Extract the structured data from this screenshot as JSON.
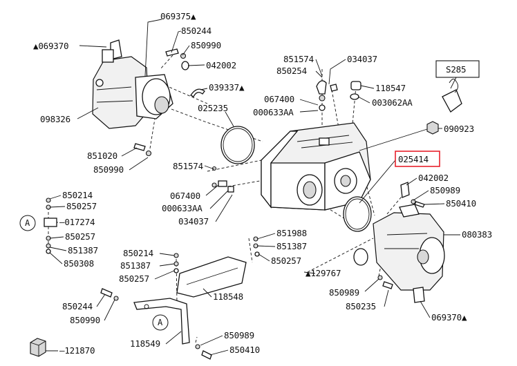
{
  "callouts": {
    "l069375": "069375",
    "l850244a": "850244",
    "l850990a": "850990",
    "l042002a": "042002",
    "l039337": "039337",
    "l069370a": "069370",
    "l098326": "098326",
    "l025235": "025235",
    "l851020": "851020",
    "l850990b": "850990",
    "l851574a": "851574",
    "l850254": "850254",
    "l034037a": "034037",
    "l118547": "118547",
    "l067400a": "067400",
    "l000633AAa": "000633AA",
    "l003062AA": "003062AA",
    "l090923": "090923",
    "lS285": "S285",
    "l025414": "025414",
    "l851574b": "851574",
    "l067400b": "067400",
    "l000633AAb": "000633AA",
    "l034037b": "034037",
    "l042002b": "042002",
    "l850989a": "850989",
    "l850410a": "850410",
    "l080383": "080383",
    "l850214a": "850214",
    "l850257a": "850257",
    "l017274": "017274",
    "l850257b": "850257",
    "l851387a": "851387",
    "l850308": "850308",
    "lA1": "A",
    "l851988": "851988",
    "l851387b": "851387",
    "l850257c": "850257",
    "l850214b": "850214",
    "l851387c": "851387",
    "l850257d": "850257",
    "l118548": "118548",
    "l129767": "129767",
    "l850989b": "850989",
    "l850235": "850235",
    "l069370b": "069370",
    "l850244b": "850244",
    "l850990c": "850990",
    "lA2": "A",
    "l118549": "118549",
    "l850989c": "850989",
    "l850410b": "850410",
    "l121870": "121870"
  },
  "marker": "▲",
  "highlight_color": "#e8212b"
}
